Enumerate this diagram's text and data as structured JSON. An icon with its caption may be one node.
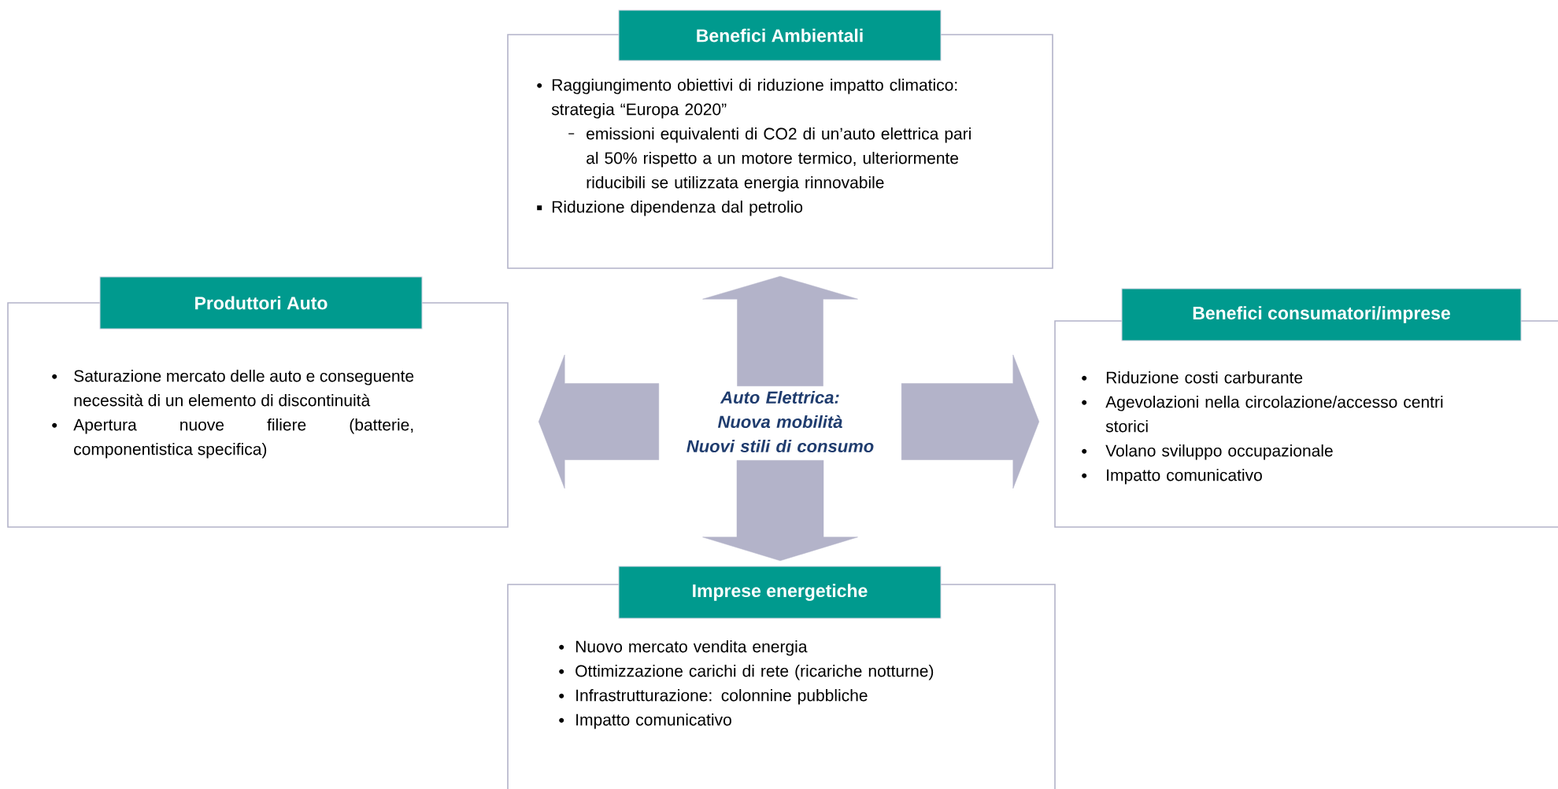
{
  "diagram": {
    "nodes": [
      {
        "text": [
          "Benefici Ambientali",
          "Raggiungimento obiettivi di riduzione impatto climatico: strategia “Europa 2020”",
          "emissioni equivalenti di CO2 di un’auto elettrica pari al 50% rispetto a un motore termico, ulteriormente riducibili se utilizzata energia rinnovabile",
          "Riduzione dipendenza dal petrolio"
        ]
      },
      {
        "text": [
          "Produttori Auto",
          "Saturazione mercato delle auto e conseguente necessità di un elemento di discontinuità",
          "Apertura nuove filiere (batterie, componentistica specifica)"
        ]
      },
      {
        "text": [
          "Auto Elettrica: Nuova mobilità Nuovi stili di consumo"
        ]
      },
      {
        "text": [
          "Benefici consumatori/imprese",
          "Riduzione costi carburante",
          "Agevolazioni nella circolazione/accesso centri storici",
          "Volano sviluppo occupazionale",
          "Impatto comunicativo"
        ]
      },
      {
        "text": [
          "Imprese energetiche",
          "Nuovo mercato vendita energia",
          "Ottimizzazione carichi di rete (ricariche notturne)",
          "Infrastrutturazione: colonnine pubbliche",
          "Impatto comunicativo"
        ]
      }
    ],
    "edges": [
      {
        "from": 2,
        "to": 0,
        "arrow": "to"
      },
      {
        "from": 2,
        "to": 1,
        "arrow": "to"
      },
      {
        "from": 2,
        "to": 3,
        "arrow": "to"
      },
      {
        "from": 2,
        "to": 4,
        "arrow": "to"
      }
    ]
  }
}
